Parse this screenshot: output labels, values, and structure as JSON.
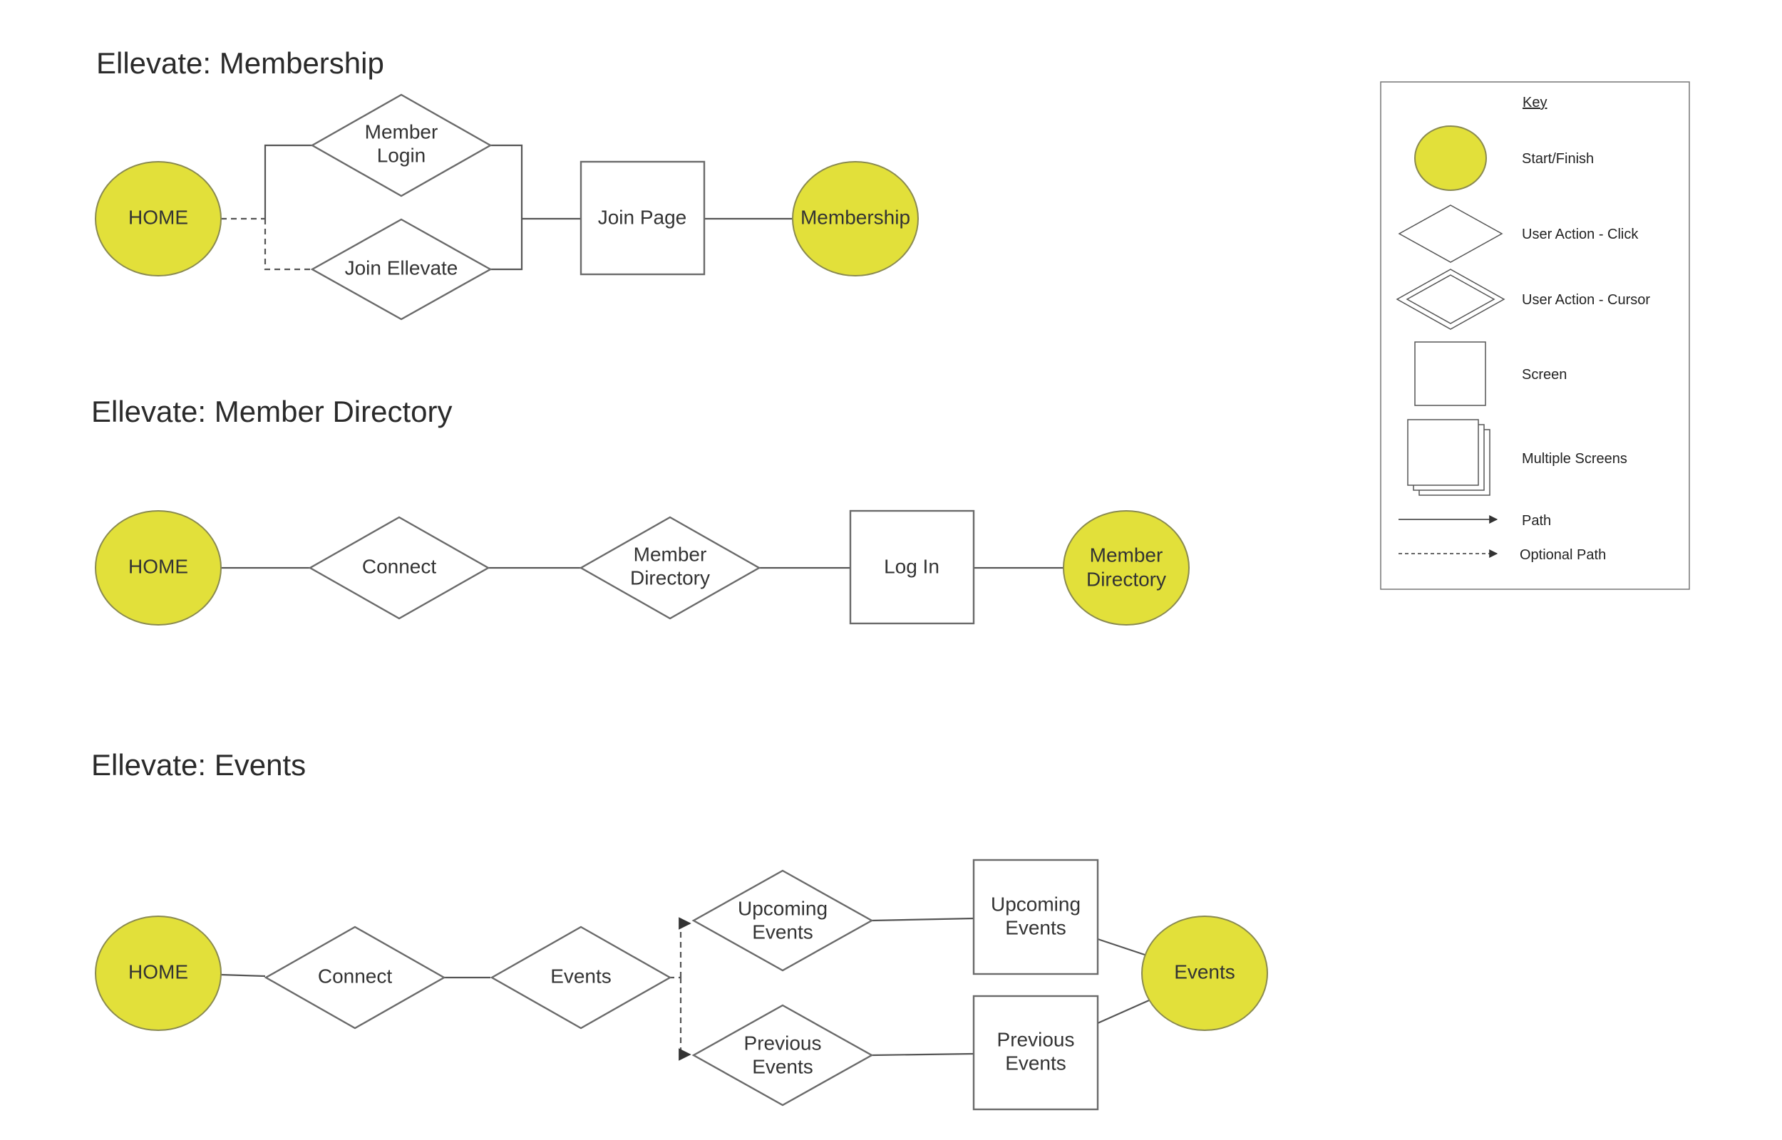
{
  "colors": {
    "start_finish_fill": "#e2e03a",
    "line": "#555555",
    "shape_stroke": "#6a6a6a",
    "text": "#333333"
  },
  "sections": {
    "membership": {
      "title": "Ellevate: Membership",
      "home": "HOME",
      "member_login": [
        "Member",
        "Login"
      ],
      "join_ellevate": "Join Ellevate",
      "join_page": "Join Page",
      "membership": "Membership"
    },
    "directory": {
      "title": "Ellevate: Member Directory",
      "home": "HOME",
      "connect": "Connect",
      "member_directory": [
        "Member",
        "Directory"
      ],
      "log_in": "Log In",
      "end": [
        "Member",
        "Directory"
      ]
    },
    "events": {
      "title": "Ellevate: Events",
      "home": "HOME",
      "connect": "Connect",
      "events_action": "Events",
      "upcoming_action": [
        "Upcoming",
        "Events"
      ],
      "previous_action": [
        "Previous",
        "Events"
      ],
      "upcoming_screen": [
        "Upcoming",
        "Events"
      ],
      "previous_screen": [
        "Previous",
        "Events"
      ],
      "end": "Events"
    }
  },
  "key": {
    "title": "Key",
    "start_finish": "Start/Finish",
    "user_action_click": "User Action - Click",
    "user_action_cursor": "User Action - Cursor",
    "screen": "Screen",
    "multiple_screens": "Multiple Screens",
    "path": "Path",
    "optional_path": "Optional Path"
  }
}
